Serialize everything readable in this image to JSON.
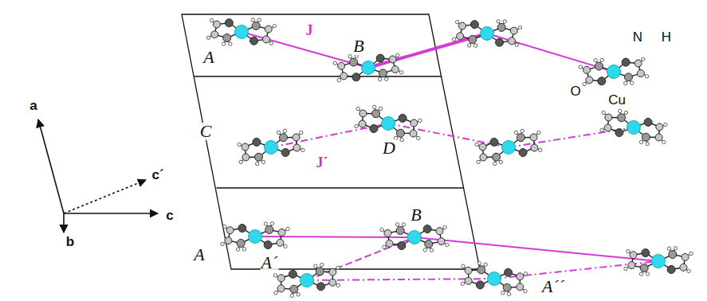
{
  "diagram": {
    "labels": [
      "a",
      "b",
      "c",
      "c´",
      "J",
      "J´",
      "A",
      "B",
      "C",
      "D",
      "A",
      "B",
      "A´",
      "A´´",
      "N",
      "H",
      "O",
      "Cu"
    ]
  }
}
